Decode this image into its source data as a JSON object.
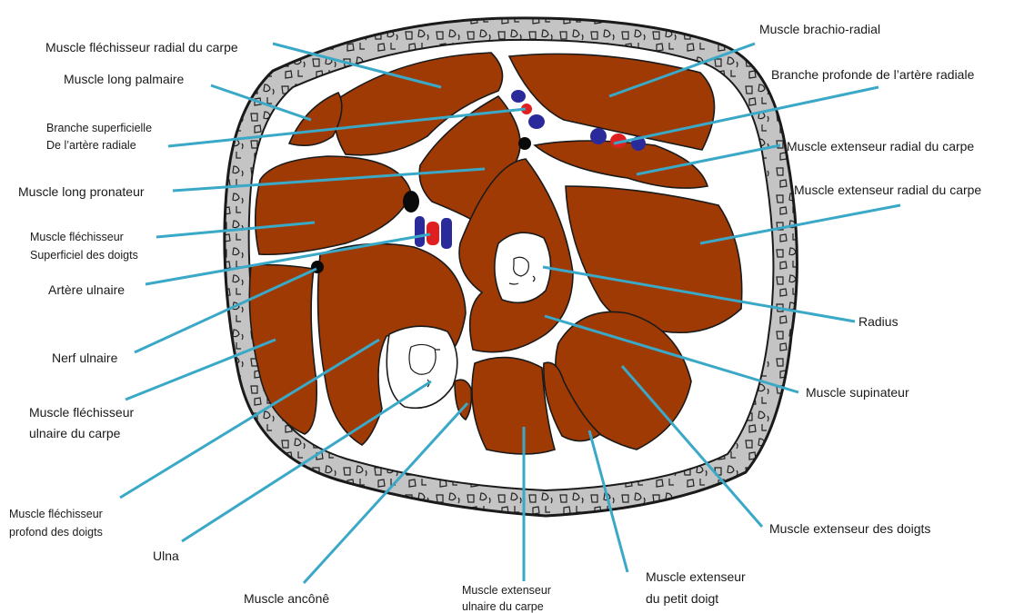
{
  "colors": {
    "muscle": "#a03a05",
    "fascia": "#ffffff",
    "skin": "#c4c4c4",
    "leader": "#3aa8c7",
    "artery": "#e02020",
    "vein": "#2a2a9a",
    "nerve": "#0a0a0a"
  },
  "labels": {
    "flechisseur_radial_carpe": "Muscle fléchisseur radial du carpe",
    "long_palmaire": "Muscle long palmaire",
    "branche_superficielle_1": "Branche superficielle",
    "branche_superficielle_2": "De l’artère radiale",
    "long_pronateur": "Muscle long pronateur",
    "flechisseur_superficiel_1": "Muscle fléchisseur",
    "flechisseur_superficiel_2": "Superficiel des doigts",
    "artere_ulnaire": "Artère ulnaire",
    "nerf_ulnaire": "Nerf ulnaire",
    "flechisseur_ulnaire_1": "Muscle fléchisseur",
    "flechisseur_ulnaire_2": "ulnaire du carpe",
    "flechisseur_profond_1": "Muscle fléchisseur",
    "flechisseur_profond_2": "profond des doigts",
    "ulna": "Ulna",
    "ancone": "Muscle ancônê",
    "extenseur_ulnaire_1": "Muscle extenseur",
    "extenseur_ulnaire_2": "ulnaire du carpe",
    "extenseur_petit_doigt_1": "Muscle extenseur",
    "extenseur_petit_doigt_2": "du petit  doigt",
    "extenseur_doigts": "Muscle extenseur des doigts",
    "supinateur": "Muscle supinateur",
    "radius": "Radius",
    "extenseur_radial_2": "Muscle extenseur radial du carpe",
    "extenseur_radial_1": "Muscle extenseur radial du carpe",
    "branche_profonde": "Branche profonde de l’artère radiale",
    "brachio_radial": "Muscle brachio-radial"
  }
}
